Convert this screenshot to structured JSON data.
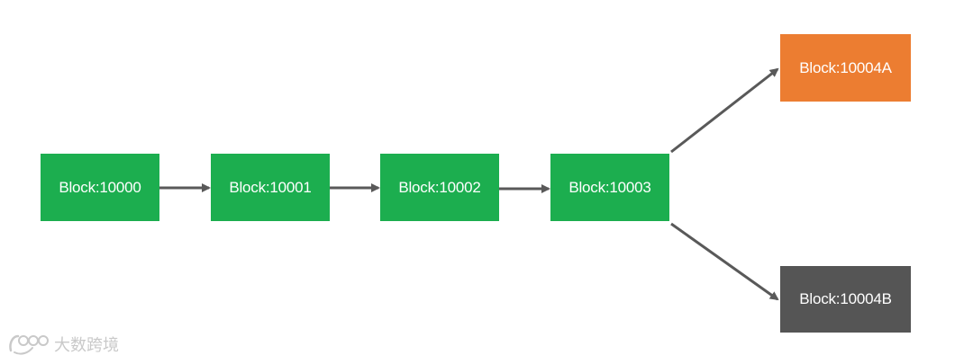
{
  "colors": {
    "block_green": "#1cae4f",
    "block_orange": "#ec7d31",
    "block_gray": "#555555",
    "arrow": "#595959",
    "block_text": "#ffffff"
  },
  "blocks": [
    {
      "label": "Block:10000",
      "color": "#1cae4f"
    },
    {
      "label": "Block:10001",
      "color": "#1cae4f"
    },
    {
      "label": "Block:10002",
      "color": "#1cae4f"
    },
    {
      "label": "Block:10003",
      "color": "#1cae4f"
    },
    {
      "label": "Block:10004A",
      "color": "#ec7d31"
    },
    {
      "label": "Block:10004B",
      "color": "#555555"
    }
  ],
  "edges": [
    {
      "from": "Block:10000",
      "to": "Block:10001"
    },
    {
      "from": "Block:10001",
      "to": "Block:10002"
    },
    {
      "from": "Block:10002",
      "to": "Block:10003"
    },
    {
      "from": "Block:10003",
      "to": "Block:10004A"
    },
    {
      "from": "Block:10003",
      "to": "Block:10004B"
    }
  ],
  "watermark": {
    "text": "大数跨境",
    "logo_icon": "watermark-logo-icon"
  }
}
